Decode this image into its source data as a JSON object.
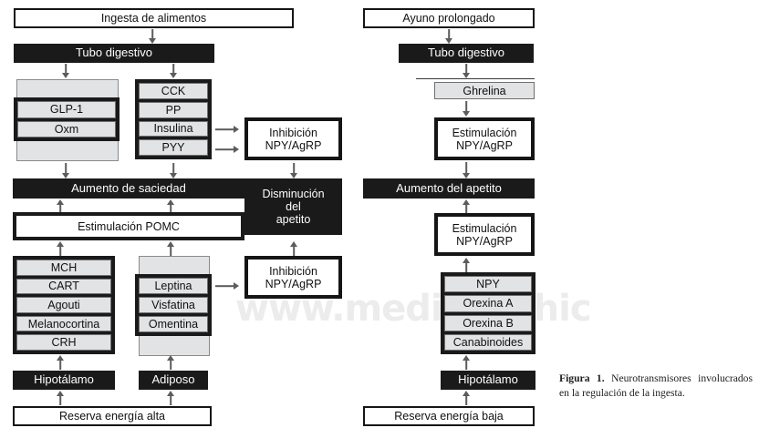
{
  "figure": {
    "caption_label": "Figura 1.",
    "caption_text": " Neurotransmisores involucrados en la regulación de la ingesta.",
    "watermark": "www.medigraphic"
  },
  "colors": {
    "black_bar": "#1a1a1a",
    "gray_chip": "#e2e3e5",
    "white_box": "#ffffff",
    "arrow": "#5c5c5c",
    "watermark": "#ececed"
  },
  "left_flow": {
    "title": "Ingesta de alimentos",
    "gut": "Tubo digestivo",
    "gut_hormones_group_a": {
      "items": [
        "GLP-1",
        "Oxm"
      ]
    },
    "gut_hormones_group_b": {
      "items": [
        "CCK",
        "PP",
        "Insulina",
        "PYY"
      ]
    },
    "inhibition_top": "Inhibición\nNPY/AgRP",
    "inhibition_top_line1": "Inhibición",
    "inhibition_top_line2": "NPY/AgRP",
    "satiety": "Aumento de saciedad",
    "appetite_decrease_line1": "Disminución",
    "appetite_decrease_line2": "del",
    "appetite_decrease_line3": "apetito",
    "pomc": "Estimulación POMC",
    "hypothalamic_peptides": {
      "items": [
        "MCH",
        "CART",
        "Agouti",
        "Melanocortina",
        "CRH"
      ]
    },
    "adipokines": {
      "items": [
        "Leptina",
        "Visfatina",
        "Omentina"
      ]
    },
    "inhibition_bottom_line1": "Inhibición",
    "inhibition_bottom_line2": "NPY/AgRP",
    "hypothalamus": "Hipotálamo",
    "adipose": "Adiposo",
    "reserve": "Reserva energía alta"
  },
  "right_flow": {
    "title": "Ayuno prolongado",
    "gut": "Tubo digestivo",
    "ghrelin": "Ghrelina",
    "stimulation_top_line1": "Estimulación",
    "stimulation_top_line2": "NPY/AgRP",
    "appetite_increase": "Aumento del apetito",
    "stimulation_bottom_line1": "Estimulación",
    "stimulation_bottom_line2": "NPY/AgRP",
    "orexigenic_peptides": {
      "items": [
        "NPY",
        "Orexina A",
        "Orexina B",
        "Canabinoides"
      ]
    },
    "hypothalamus": "Hipotálamo",
    "reserve": "Reserva energía baja"
  }
}
